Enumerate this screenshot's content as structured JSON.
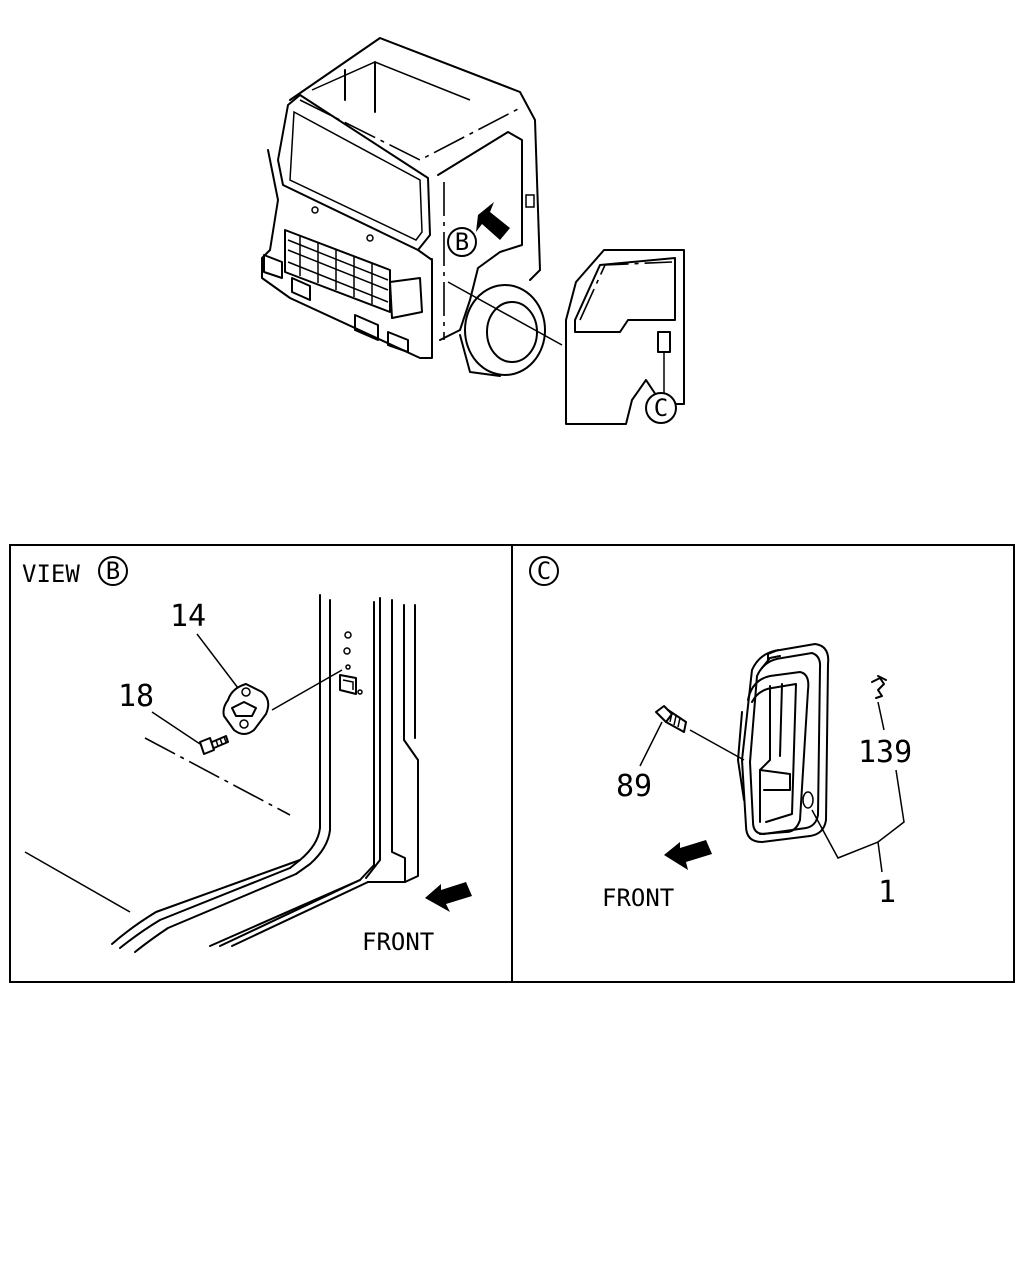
{
  "overview": {
    "callout_b": "B",
    "callout_c": "C"
  },
  "view_b": {
    "title_prefix": "VIEW",
    "title_letter": "B",
    "parts": [
      {
        "number": "14"
      },
      {
        "number": "18"
      }
    ],
    "front_label": "FRONT"
  },
  "view_c": {
    "title_letter": "C",
    "parts": [
      {
        "number": "89"
      },
      {
        "number": "139"
      },
      {
        "number": "1"
      }
    ],
    "front_label": "FRONT"
  }
}
